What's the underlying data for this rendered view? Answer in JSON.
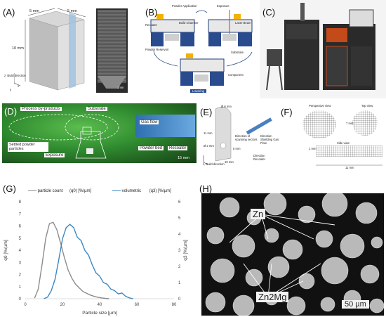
{
  "panels": {
    "A": {
      "label": "(A)",
      "dim_top_left": "5 mm",
      "dim_top_right": "5 mm",
      "dim_height": "10 mm",
      "axis_text": "z, Build direction",
      "axis_x": "x",
      "axis_y": "y",
      "scale": "1mm"
    },
    "B": {
      "label": "(B)",
      "step_powder": "Powder Application",
      "step_exposure": "Exposure",
      "step_lowering": "Lowering",
      "labels": [
        "Recoater",
        "Build Chamber",
        "Laser Beam",
        "Powder Reservoir",
        "Substrate",
        "Component"
      ]
    },
    "C": {
      "label": "(C)"
    },
    "D": {
      "label": "(D)",
      "process_byproducts": "Process by-products",
      "substrate": "Substrate",
      "gas_flow": "Gas flow",
      "settled": "Settled powder particles",
      "exposure": "Exposure",
      "powder_bed": "Powder bed",
      "recoater": "Recoater",
      "scale": "15 mm"
    },
    "E": {
      "label": "(E)",
      "d1": "Ø 6 mm",
      "d2": "11 mm",
      "d3": "Ø 2 mm",
      "d4": "5 mm",
      "d5": "10 mm",
      "scan": "Direction of scanning vectors",
      "gas": "Direction Shielding Gas Flow",
      "recoat": "Direction Recoater",
      "axis": "z, Build direction"
    },
    "F": {
      "label": "(F)",
      "perspective": "Perspective view",
      "top": "Top view",
      "side": "Side view",
      "d_top": "7 mm",
      "d_side": "1 mm",
      "d_bottom": "11 mm"
    },
    "G": {
      "label": "(G)",
      "legend_count": "particle count",
      "legend_count_unit": "(q0) [%/µm]",
      "legend_vol": "volumetric",
      "legend_vol_unit": "(q3) [%/µm]",
      "ylabel_left": "q0 [%/µm]",
      "ylabel_right": "q3 [%/µm]",
      "xlabel": "Particle size [µm]",
      "xticks": [
        "0",
        "20",
        "40",
        "60",
        "80"
      ],
      "yticks_left": [
        "0",
        "1",
        "2",
        "3",
        "4",
        "5",
        "6",
        "7",
        "8"
      ],
      "yticks_right": [
        "0",
        "1",
        "2",
        "3",
        "4",
        "5",
        "6"
      ]
    },
    "H": {
      "label": "(H)",
      "zn": "Zn",
      "zn2mg": "Zn2Mg",
      "scale": "50 µm"
    }
  },
  "chart_data": {
    "type": "line",
    "xlabel": "Particle size [µm]",
    "ylabel": "q0 [%/µm]",
    "ylabel_right": "q3 [%/µm]",
    "xlim": [
      0,
      80
    ],
    "ylim": [
      0,
      8
    ],
    "ylim_right": [
      0,
      6
    ],
    "series": [
      {
        "name": "particle count (q0) [%/µm]",
        "color": "#8c8c8c",
        "axis": "left",
        "x": [
          5,
          7,
          9,
          11,
          13,
          15,
          17,
          19,
          21,
          23,
          25,
          27,
          29,
          31,
          33,
          35,
          37,
          39,
          41,
          43,
          45
        ],
        "y": [
          0.05,
          0.8,
          2.8,
          5.0,
          6.2,
          6.3,
          5.7,
          4.6,
          3.4,
          2.4,
          1.7,
          1.2,
          0.9,
          0.6,
          0.45,
          0.3,
          0.2,
          0.12,
          0.07,
          0.03,
          0.0
        ]
      },
      {
        "name": "volumetric (q3) [%/µm]",
        "color": "#3b88c4",
        "axis": "right",
        "x": [
          10,
          12,
          14,
          16,
          18,
          20,
          22,
          24,
          26,
          28,
          30,
          32,
          34,
          36,
          38,
          40,
          42,
          44,
          46,
          48,
          50,
          52,
          54,
          56,
          58
        ],
        "y": [
          0.0,
          0.1,
          0.5,
          1.2,
          2.4,
          3.7,
          4.4,
          4.6,
          4.4,
          3.8,
          3.6,
          3.0,
          2.7,
          2.1,
          1.6,
          1.4,
          1.0,
          0.9,
          0.6,
          0.5,
          0.3,
          0.35,
          0.15,
          0.05,
          0.0
        ]
      }
    ]
  }
}
